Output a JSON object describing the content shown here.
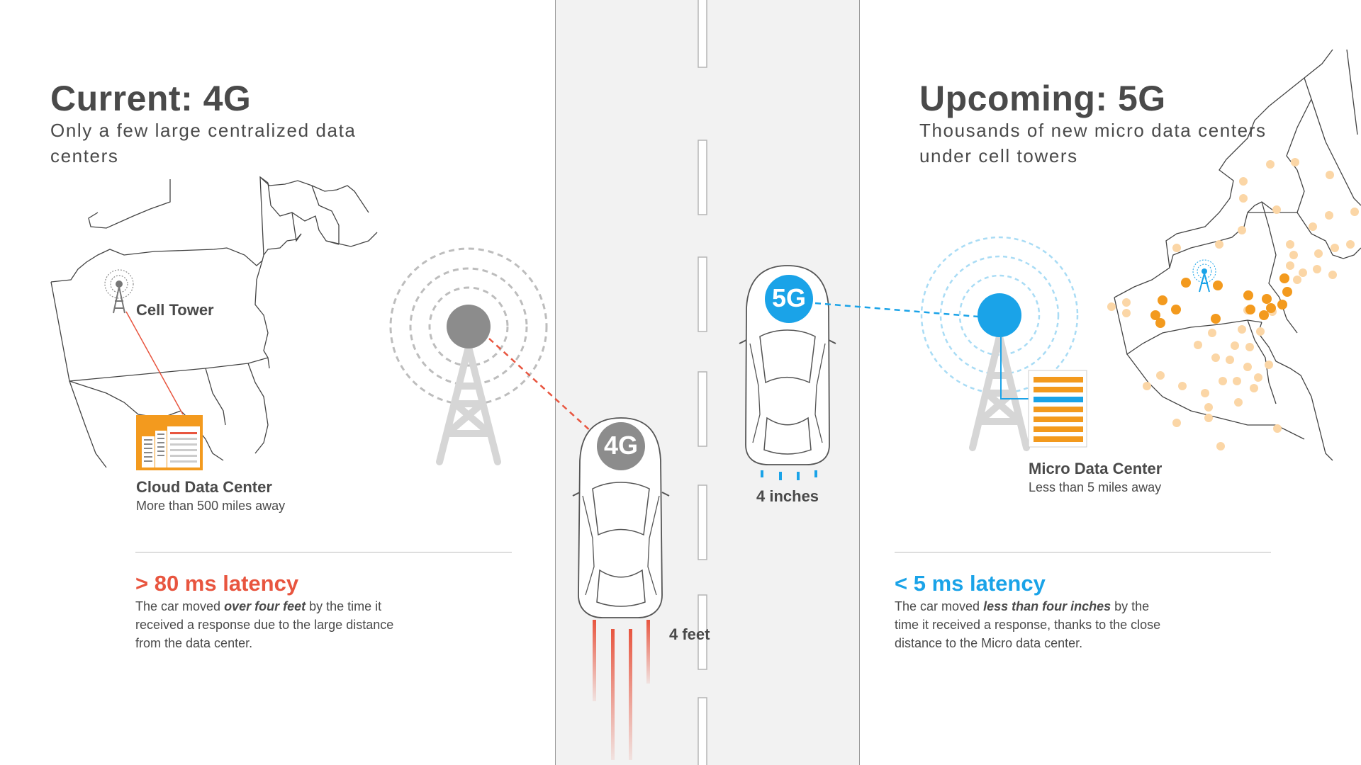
{
  "left": {
    "title": "Current: 4G",
    "subtitle": "Only a few large centralized data centers",
    "tower_label": "Cell Tower",
    "dc_title": "Cloud Data Center",
    "dc_sub": "More than 500 miles away",
    "latency": "> 80 ms latency",
    "desc_pre": "The car moved ",
    "desc_em": "over four feet",
    "desc_post": " by the time it received a response due to the large distance from the data center.",
    "car_badge": "4G",
    "distance": "4 feet",
    "accent": "#e8553f"
  },
  "right": {
    "title": "Upcoming: 5G",
    "subtitle": "Thousands of new micro data centers under cell towers",
    "dc_title": "Micro Data Center",
    "dc_sub": "Less than 5 miles away",
    "latency": "< 5 ms latency",
    "desc_pre": "The car moved ",
    "desc_em": "less than four inches",
    "desc_post": " by the time it received a response, thanks to the close distance to the Micro data center.",
    "car_badge": "5G",
    "distance": "4 inches",
    "accent": "#1aa3e8"
  },
  "colors": {
    "orange": "#f39a1e",
    "gray_text": "#4a4a4a",
    "tower_gray": "#d6d6d6"
  }
}
